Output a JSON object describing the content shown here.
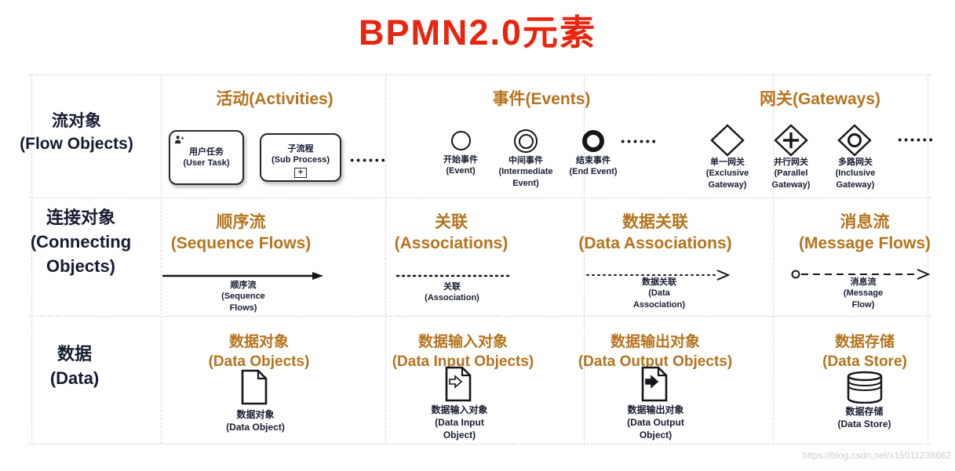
{
  "title": "BPMN2.0元素",
  "ellipsis": "••••••",
  "plus_marker": "+",
  "watermark": "https://blog.csdn.net/x15011238662",
  "colors": {
    "red": "#e8250f",
    "orange": "#b5731e",
    "dark": "#161c30",
    "grid": "#9fb4d6",
    "wm": "#c9ced6",
    "ink": "#15161a"
  },
  "flow_row": {
    "header": "流对象\n(Flow Objects)",
    "activities": {
      "header": "活动(Activities)",
      "user_task": "用户任务\n(User Task)",
      "sub_process": "子流程\n(Sub Process)"
    },
    "events": {
      "header": "事件(Events)",
      "start": "开始事件\n(Event)",
      "intermediate": "中间事件\n(Intermediate\nEvent)",
      "end": "结束事件\n(End Event)"
    },
    "gateways": {
      "header": "网关(Gateways)",
      "exclusive": "单一网关\n(Exclusive\nGateway)",
      "parallel": "并行网关\n(Parallel\nGateway)",
      "inclusive": "多路网关\n(Inclusive\nGateway)"
    }
  },
  "connecting_row": {
    "header": "连接对象\n(Connecting\nObjects)",
    "sequence": {
      "header": "顺序流\n(Sequence Flows)",
      "label": "顺序流\n(Sequence\nFlows)"
    },
    "association": {
      "header": "关联\n(Associations)",
      "label": "关联\n(Association)"
    },
    "data_association": {
      "header": "数据关联\n(Data Associations)",
      "label": "数据关联\n(Data\nAssociation)"
    },
    "message": {
      "header": "消息流\n(Message Flows)",
      "label": "消息流\n(Message\nFlow)"
    }
  },
  "data_row": {
    "header": "数据\n(Data)",
    "object": {
      "header": "数据对象\n(Data Objects)",
      "label": "数据对象\n(Data Object)"
    },
    "input": {
      "header": "数据输入对象\n(Data Input Objects)",
      "label": "数据输入对象\n(Data Input\nObject)"
    },
    "output": {
      "header": "数据输出对象\n(Data Output Objects)",
      "label": "数据输出对象\n(Data Output\nObject)"
    },
    "store": {
      "header": "数据存储\n(Data Store)",
      "label": "数据存储\n(Data Store)"
    }
  }
}
